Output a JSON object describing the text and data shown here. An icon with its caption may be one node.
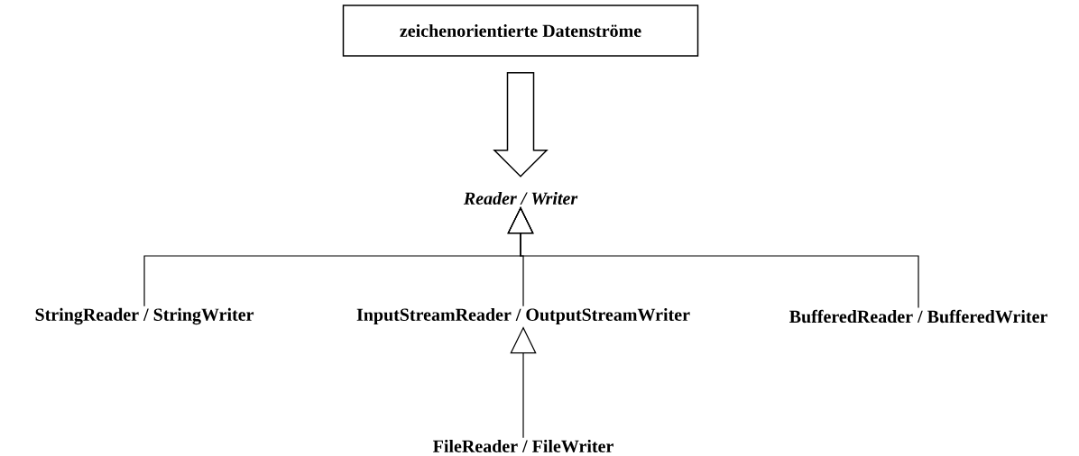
{
  "diagram": {
    "nodes": [
      {
        "text": [
          "zeichenorientierte Datenströme"
        ]
      },
      {
        "text": [
          "Reader / Writer"
        ]
      },
      {
        "text": [
          "StringReader / StringWriter"
        ]
      },
      {
        "text": [
          "InputStreamReader / OutputStreamWriter"
        ]
      },
      {
        "text": [
          "BufferedReader / BufferedWriter"
        ]
      },
      {
        "text": [
          "FileReader / FileWriter"
        ]
      }
    ],
    "edges": [
      {
        "from": 0,
        "to": 1,
        "arrow": "to",
        "style": "thick"
      },
      {
        "from": 2,
        "to": 1,
        "arrow": "to"
      },
      {
        "from": 3,
        "to": 1,
        "arrow": "to"
      },
      {
        "from": 4,
        "to": 1,
        "arrow": "to"
      },
      {
        "from": 5,
        "to": 3,
        "arrow": "to"
      }
    ]
  }
}
